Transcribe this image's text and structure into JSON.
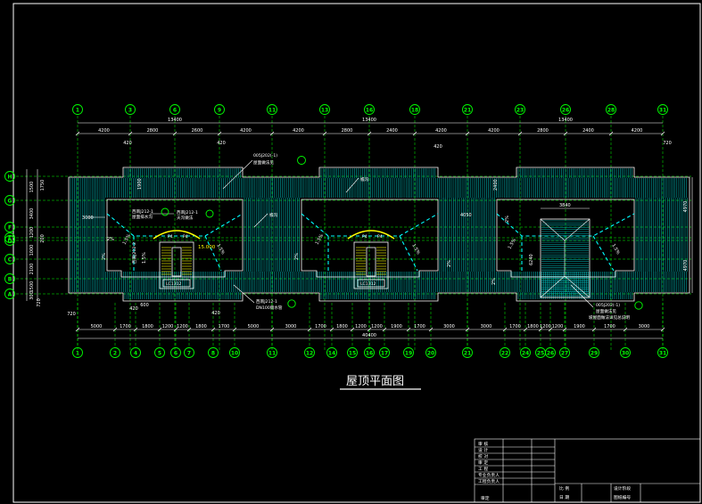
{
  "drawing": {
    "title": "屋顶平面图",
    "elevation": "15.000"
  },
  "top_axes": [
    "1",
    "3",
    "6",
    "9",
    "11",
    "13",
    "16",
    "18",
    "21",
    "23",
    "26",
    "28",
    "31"
  ],
  "bottom_axes": [
    "1",
    "2",
    "4",
    "5",
    "6",
    "7",
    "8",
    "10",
    "11",
    "12",
    "14",
    "15",
    "16",
    "17",
    "19",
    "20",
    "21",
    "22",
    "24",
    "25",
    "26",
    "27",
    "29",
    "30",
    "31"
  ],
  "left_axes": [
    "H",
    "G",
    "F",
    "E",
    "D",
    "C",
    "B",
    "A"
  ],
  "top_dims": {
    "overall": [
      "13400",
      "13400",
      "13400"
    ],
    "segments": [
      "4200",
      "2800",
      "2600",
      "4200",
      "4200",
      "2800",
      "2400",
      "4200",
      "4200",
      "2800",
      "2400",
      "4200"
    ],
    "extras": [
      "420",
      "420",
      "420",
      "720"
    ]
  },
  "bottom_dims": {
    "overall": "40400",
    "segments": [
      "5000",
      "1700",
      "1800",
      "1200",
      "1200",
      "1800",
      "1700",
      "5000",
      "3000",
      "1700",
      "1800",
      "1200",
      "1200",
      "1900",
      "1700",
      "3000",
      "3000",
      "1700",
      "1800",
      "1200",
      "1200",
      "1900",
      "1700",
      "3000"
    ],
    "extras": [
      "720",
      "420",
      "420",
      "600"
    ]
  },
  "left_dims": [
    "1500",
    "1750",
    "3400",
    "1200",
    "200",
    "1000",
    "2100",
    "1500",
    "300",
    "720"
  ],
  "right_dims": [
    "4970",
    "4970"
  ],
  "inner_dims": [
    "3000",
    "3840",
    "4050",
    "2400",
    "1900",
    "6240"
  ],
  "slopes": [
    "1.5%",
    "1.5%",
    "1.5%",
    "1.5%",
    "1.5%",
    "1.5%",
    "1.5%",
    "2%",
    "2%",
    "2%",
    "2%",
    "2%",
    "2%"
  ],
  "notes": {
    "n1_line1": "005J202(-1)",
    "n1_line2": "屋面做法见",
    "n2_line1": "西南J212-1",
    "n2_line2": "屋面排水沟",
    "n3_line1": "西南J212-1",
    "n3_line2": "天沟做法",
    "n4": "檐沟",
    "n5": "檐沟",
    "n6": "西南J212-2",
    "n7_line1": "西南J212-1",
    "n7_line2": "DN100雨水管",
    "n8_line1": "005J202(-1)",
    "n8_line2": "屋面做法见",
    "n8_line3": "坡屋面做法详见总说明",
    "stair_label": "LC1312",
    "stair_label_2": "LC1312",
    "p1": "P4",
    "p2": "P4",
    "p3": "P4",
    "p4": "P4"
  },
  "title_block": {
    "rows_left": [
      "审 核",
      "设 计",
      "校 对",
      "审 定",
      "工 程",
      "专业负责人",
      "工程负责人"
    ],
    "bottom_left": "审定",
    "col2": "日 期",
    "col2b": "比 例",
    "col3": "设计阶段",
    "col3b": "图纸编号"
  }
}
